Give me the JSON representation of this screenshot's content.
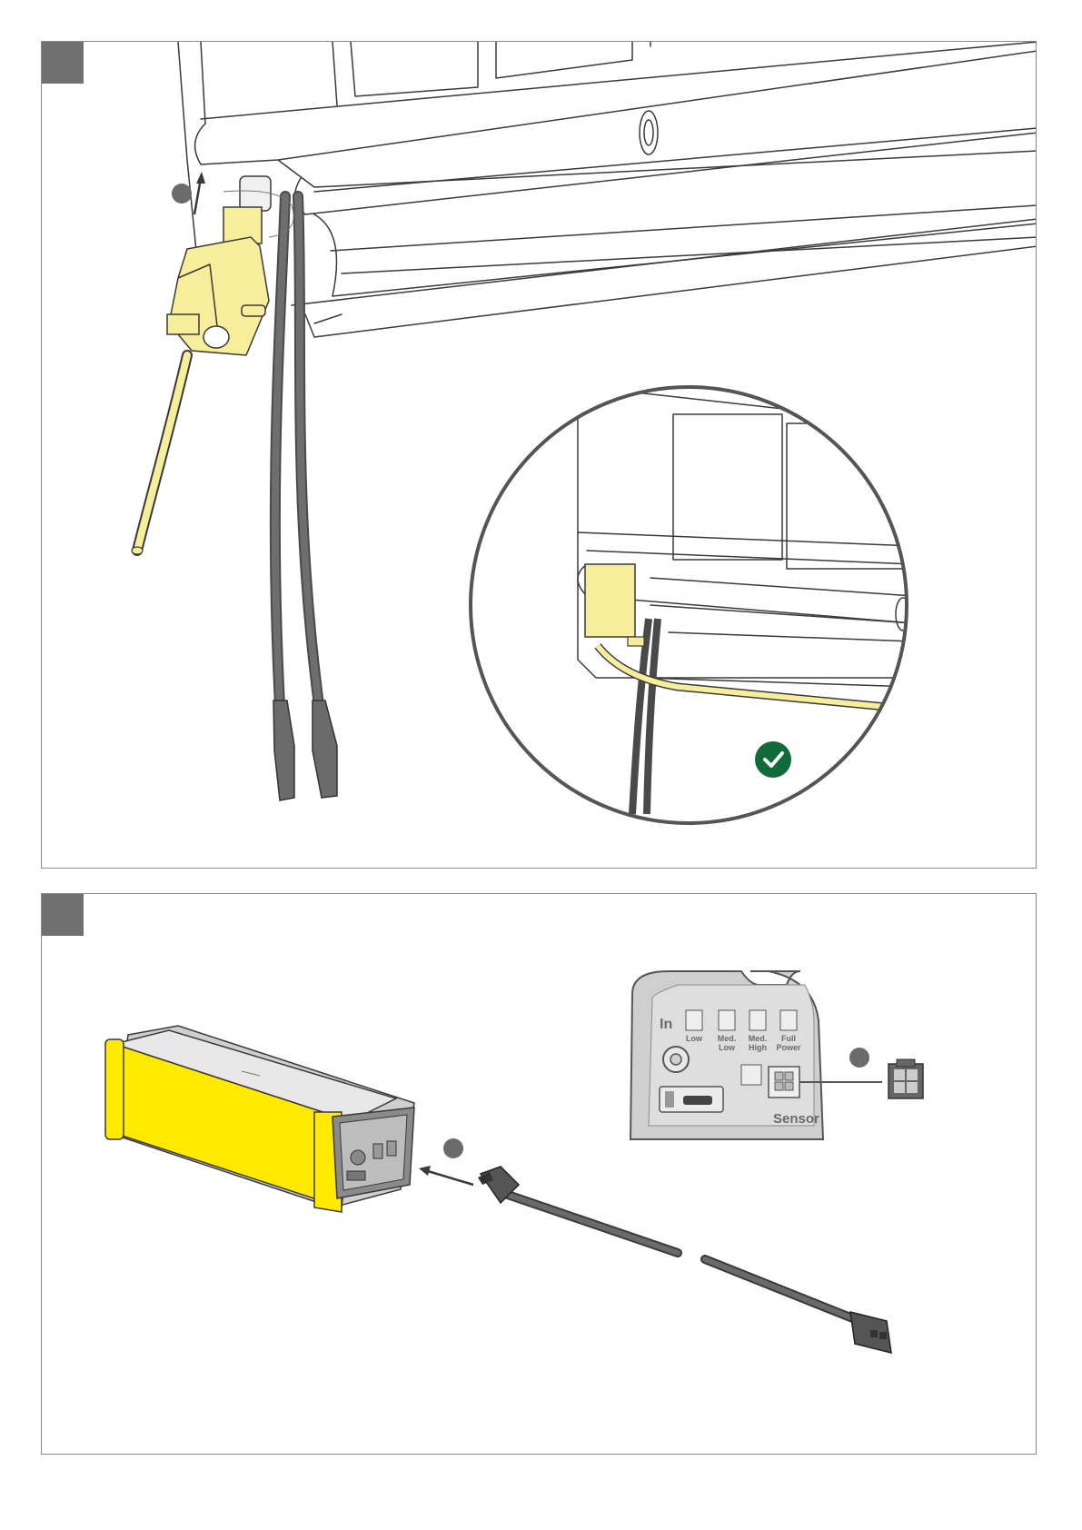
{
  "colors": {
    "highlight_yellow": "#f6ee9a",
    "device_yellow": "#ffea00",
    "cable_gray": "#555555",
    "check_green": "#0f6b3a",
    "step_tab_gray": "#707070",
    "callout_gray": "#6b6b6b"
  },
  "control_panel": {
    "input_label": "In",
    "power_settings": [
      {
        "line1": "Low",
        "line2": ""
      },
      {
        "line1": "Med.",
        "line2": "Low"
      },
      {
        "line1": "Med.",
        "line2": "High"
      },
      {
        "line1": "Full",
        "line2": "Power"
      }
    ],
    "sensor_label": "Sensor"
  },
  "icons": {
    "confirm": "check-circle-icon",
    "usb": "usb-icon",
    "direction": "arrow-icon"
  }
}
